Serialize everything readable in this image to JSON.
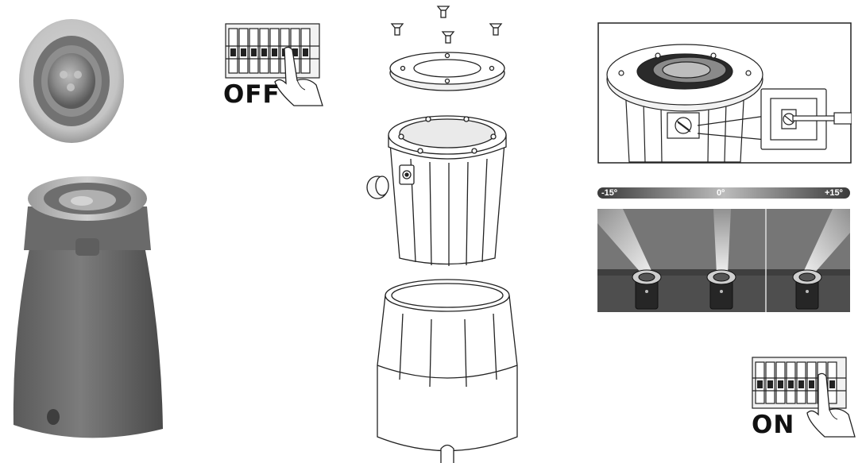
{
  "switch_off": {
    "label": "OFF"
  },
  "switch_on": {
    "label": "ON"
  },
  "tilt_scale": {
    "left": "-15º",
    "center": "0º",
    "right": "+15º"
  },
  "colors": {
    "line": "#222222",
    "fixture_dark": "#6a6a6a",
    "fixture_light": "#bdbdbd",
    "panel_bg": "#747474",
    "ground": "#4e4e4e"
  },
  "icons": [
    "breaker-panel-icon",
    "hand-icon",
    "screw-icon",
    "screwdriver-icon",
    "light-beam-icon"
  ]
}
